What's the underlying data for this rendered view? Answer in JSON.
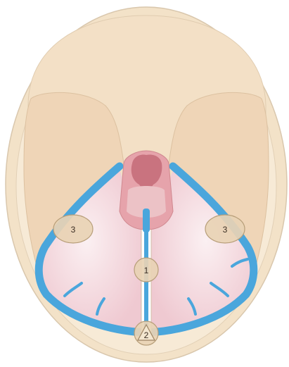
{
  "labels": {
    "center": "1",
    "bottom": "2",
    "left": "3",
    "right": "3"
  },
  "colors": {
    "bone": "#f6e8d2",
    "bone_edge": "#d9c7ad",
    "fossa": "#f1d7bd",
    "sinus": "#4aa6dc",
    "pink_fossa": "#f2d2d8",
    "pink_center": "#f9ecef",
    "marker_fill": "#e8d3b4",
    "marker_edge": "#b79e79"
  }
}
